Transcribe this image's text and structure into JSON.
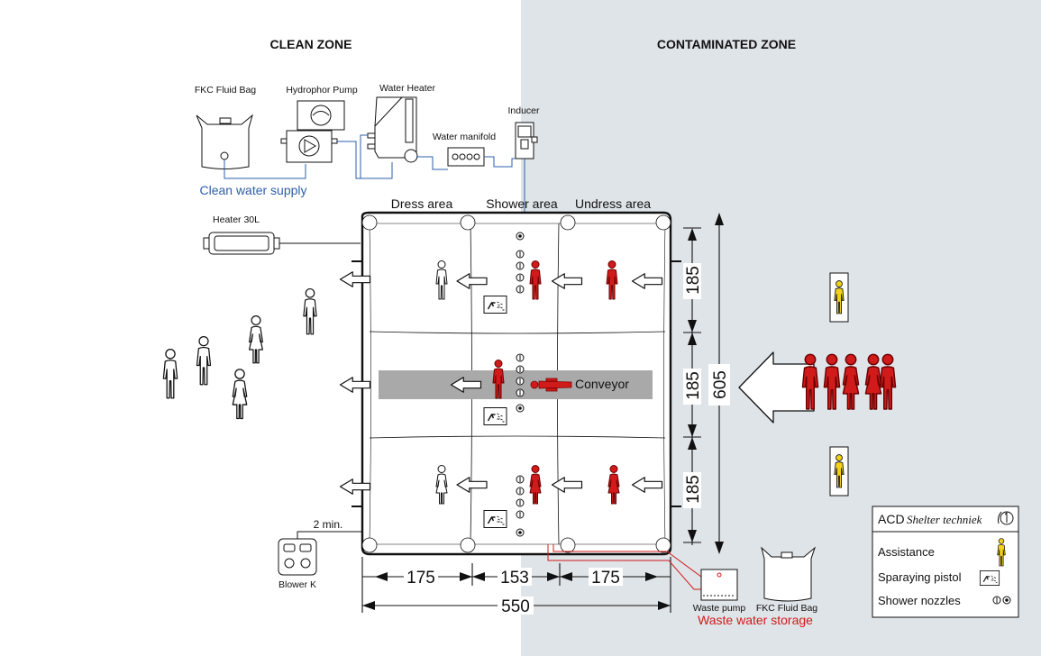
{
  "zones": {
    "clean": "CLEAN ZONE",
    "contaminated": "CONTAMINATED ZONE"
  },
  "equipment": {
    "fkc_fluid_bag_top": "FKC Fluid Bag",
    "hydrophor_pump": "Hydrophor Pump",
    "water_heater": "Water Heater",
    "water_manifold": "Water manifold",
    "inducer": "Inducer",
    "clean_water_supply": "Clean water supply",
    "heater": "Heater 30L",
    "blower": "Blower K",
    "blower_time": "2 min.",
    "waste_pump": "Waste pump",
    "fkc_fluid_bag_bottom": "FKC Fluid Bag",
    "waste_water_storage": "Waste water storage"
  },
  "areas": {
    "dress": "Dress area",
    "shower": "Shower area",
    "undress": "Undress area"
  },
  "conveyor": "Conveyor",
  "dimensions": {
    "width_left": "175",
    "width_middle": "153",
    "width_right": "175",
    "width_total": "550",
    "row_height_1": "185",
    "row_height_2": "185",
    "row_height_3": "185",
    "height_total": "605"
  },
  "legend": {
    "brand": "ACD",
    "brand_italic": "Shelter techniek",
    "assistance": "Assistance",
    "spraying_pistol": "Sparaying pistol",
    "shower_nozzles": "Shower nozzles"
  },
  "colors": {
    "contaminated_bg": "#dfe4e8",
    "person_contaminated": "#d11b1b",
    "assistance": "#f2d21a",
    "clean_water": "#2e5fa8",
    "waste_water": "#d21a1a"
  }
}
